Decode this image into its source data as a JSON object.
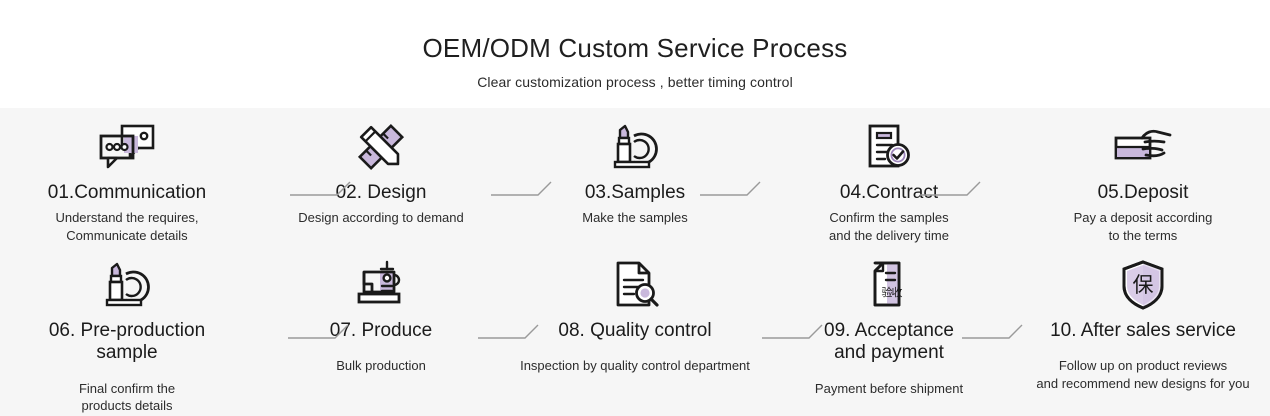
{
  "header": {
    "title": "OEM/ODM Custom Service Process",
    "subtitle": "Clear customization process , better timing control"
  },
  "colors": {
    "page_background": "#ffffff",
    "process_background": "#f6f6f6",
    "icon_stroke": "#1a1a1a",
    "icon_accent": "#c9b8dc",
    "arrow": "#9a9a9a",
    "title_text": "#1b1b1b",
    "desc_text": "#2c2c2c"
  },
  "steps": [
    {
      "id": "01",
      "icon": "speech-bubbles-icon",
      "title": "01.Communication",
      "desc": "Understand the requires,\nCommunicate details"
    },
    {
      "id": "02",
      "icon": "ruler-pencil-icon",
      "title": "02. Design",
      "desc": "Design according to demand"
    },
    {
      "id": "03",
      "icon": "lipstick-compact-icon",
      "title": "03.Samples",
      "desc": "Make the samples"
    },
    {
      "id": "04",
      "icon": "document-check-icon",
      "title": "04.Contract",
      "desc": "Confirm the samples\nand the delivery time"
    },
    {
      "id": "05",
      "icon": "hand-cash-icon",
      "title": "05.Deposit",
      "desc": "Pay a deposit according\nto the terms"
    },
    {
      "id": "06",
      "icon": "lipstick-mirror-icon",
      "title": "06. Pre-production\nsample",
      "desc": "Final confirm the\nproducts details"
    },
    {
      "id": "07",
      "icon": "sewing-machine-icon",
      "title": "07. Produce",
      "desc": "Bulk production"
    },
    {
      "id": "08",
      "icon": "document-magnifier-icon",
      "title": "08. Quality control",
      "desc": "Inspection by quality control department"
    },
    {
      "id": "09",
      "icon": "acceptance-document-icon",
      "title": "09. Acceptance\nand payment",
      "desc": "Payment before shipment"
    },
    {
      "id": "10",
      "icon": "shield-guarantee-icon",
      "title": "10. After sales service",
      "desc": "Follow up on product reviews\nand recommend new designs for you"
    }
  ],
  "connectors": {
    "count": 8,
    "label": "arrow-connector"
  }
}
